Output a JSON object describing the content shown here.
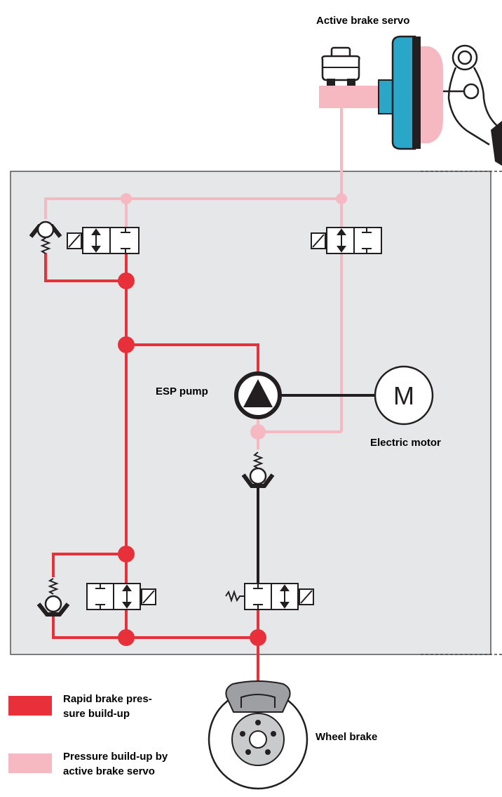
{
  "labels": {
    "active_brake_servo": "Active brake servo",
    "esp_pump": "ESP pump",
    "electric_motor": "Electric motor",
    "motor_symbol": "M",
    "wheel_brake": "Wheel brake"
  },
  "legend": [
    {
      "line1": "Rapid brake pres-",
      "line2": "sure build-up",
      "color": "#e8303a"
    },
    {
      "line1": "Pressure build-up by",
      "line2": "active brake servo",
      "color": "#f6b9c2"
    }
  ],
  "colors": {
    "rapid": "#e8303a",
    "servo": "#f6b9c2",
    "unit_bg": "#e6e7e8",
    "servo_blue": "#2aa6c9",
    "line_black": "#231f20"
  }
}
